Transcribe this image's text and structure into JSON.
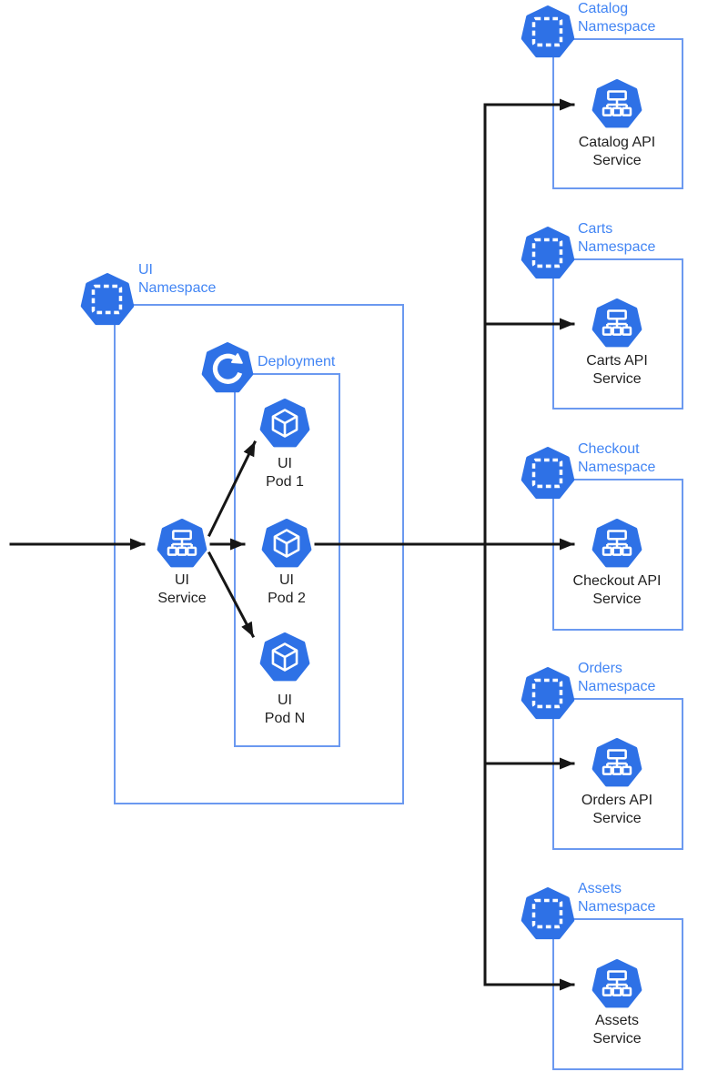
{
  "colors": {
    "icon_blue": "#2E71E6",
    "label_blue": "#4285F4",
    "box_border": "#6B99F0",
    "arrow": "#161616",
    "node_text": "#1F1F1F"
  },
  "icons": {
    "namespace": "heptagon-dashed-square",
    "deployment": "heptagon-rotate-arrow",
    "service": "heptagon-sitemap",
    "pod": "heptagon-cube"
  },
  "ui_namespace": {
    "label": [
      "UI",
      "Namespace"
    ],
    "deployment": {
      "label": "Deployment"
    },
    "service": {
      "label": [
        "UI",
        "Service"
      ]
    },
    "pods": [
      {
        "label": [
          "UI",
          "Pod 1"
        ]
      },
      {
        "label": [
          "UI",
          "Pod 2"
        ]
      },
      {
        "label": [
          "UI",
          "Pod N"
        ]
      }
    ]
  },
  "namespaces": [
    {
      "label": [
        "Catalog",
        "Namespace"
      ],
      "service": {
        "label": [
          "Catalog API",
          "Service"
        ]
      }
    },
    {
      "label": [
        "Carts",
        "Namespace"
      ],
      "service": {
        "label": [
          "Carts API",
          "Service"
        ]
      }
    },
    {
      "label": [
        "Checkout",
        "Namespace"
      ],
      "service": {
        "label": [
          "Checkout API",
          "Service"
        ]
      }
    },
    {
      "label": [
        "Orders",
        "Namespace"
      ],
      "service": {
        "label": [
          "Orders API",
          "Service"
        ]
      }
    },
    {
      "label": [
        "Assets",
        "Namespace"
      ],
      "service": {
        "label": [
          "Assets",
          "Service"
        ]
      }
    }
  ]
}
